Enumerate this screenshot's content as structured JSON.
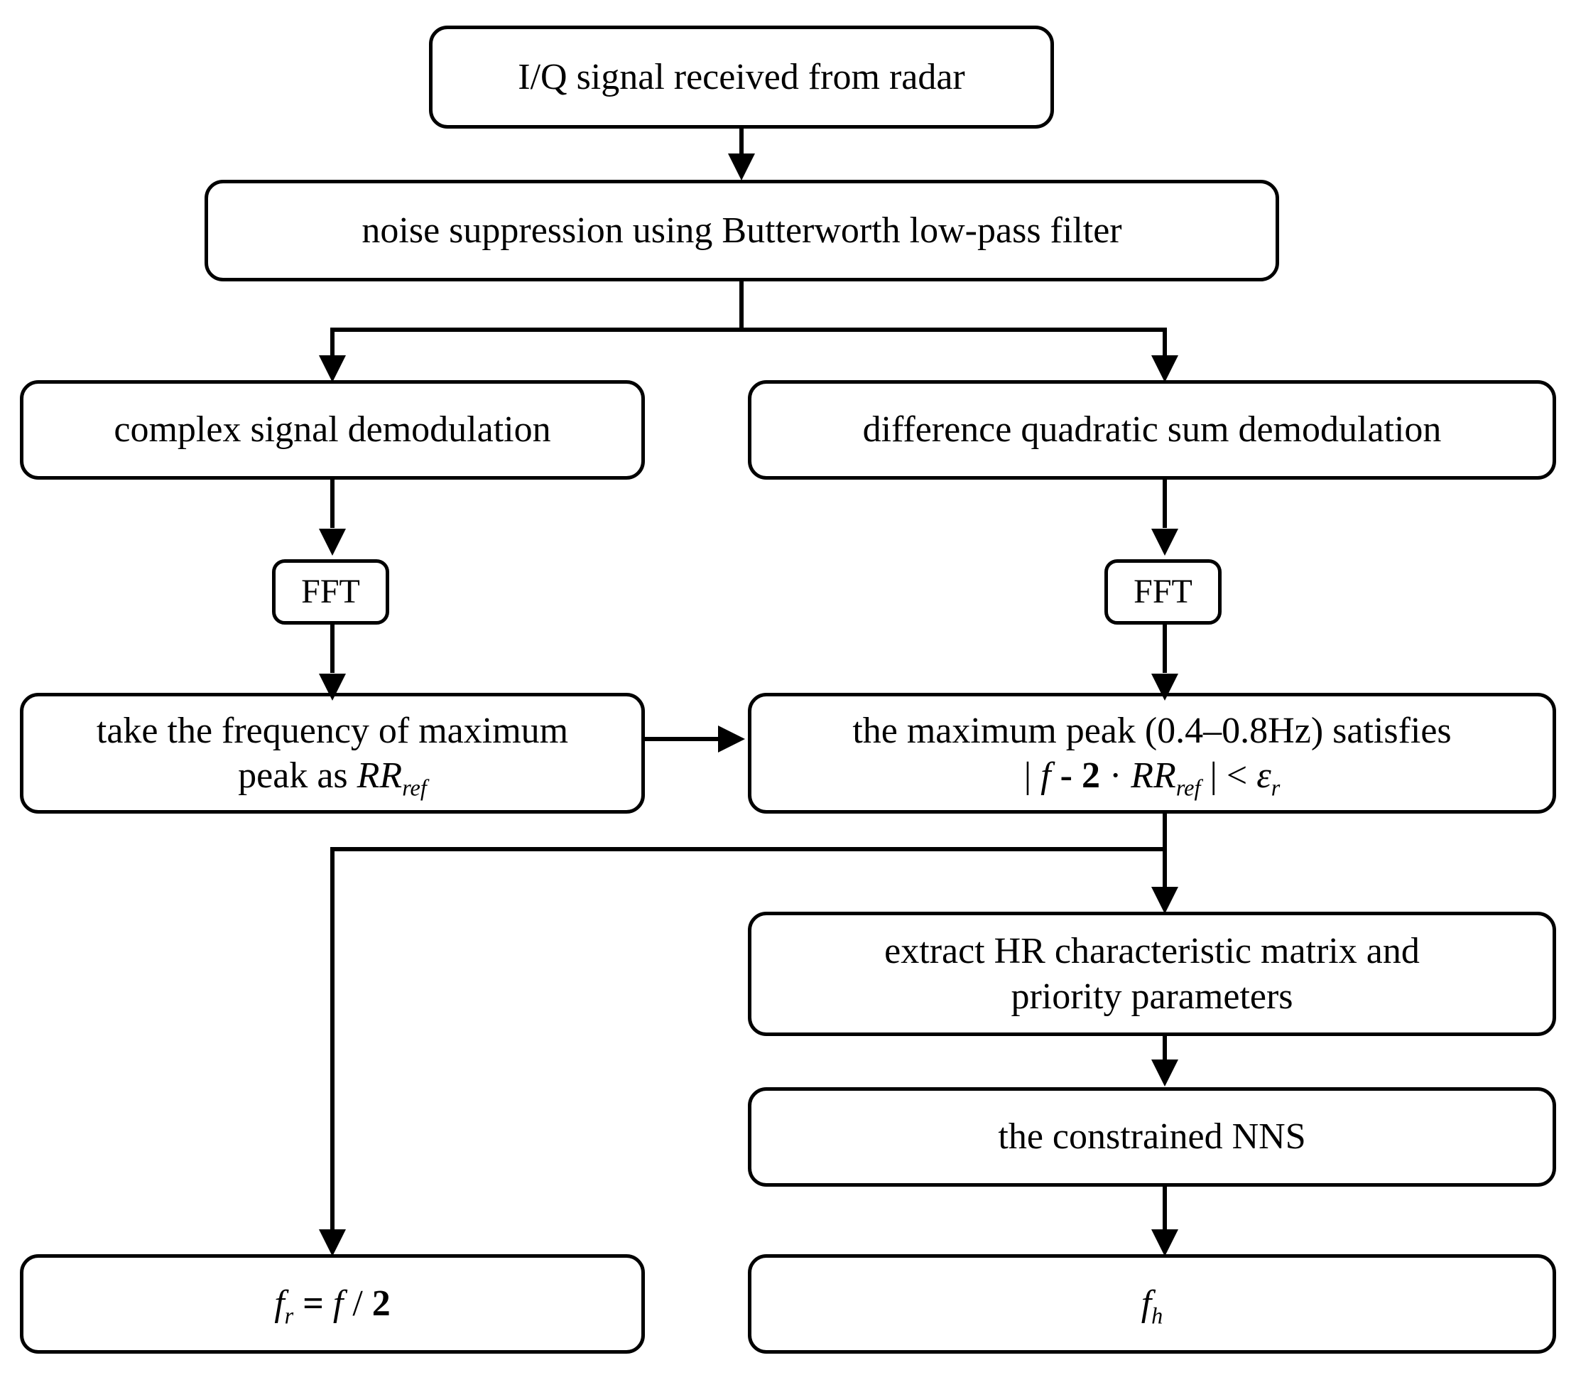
{
  "diagram": {
    "title": "radar vital-sign estimation flowchart",
    "line_color": "#000000",
    "box_fill": "#ffffff",
    "nodes": {
      "iq_signal": {
        "label": "I/Q signal received from radar"
      },
      "noise_suppression": {
        "label": "noise suppression using Butterworth low-pass filter"
      },
      "complex_demod": {
        "label": "complex signal demodulation"
      },
      "dqs_demod": {
        "label": "difference quadratic sum demodulation"
      },
      "fft_left": {
        "label": "FFT"
      },
      "fft_right": {
        "label": "FFT"
      },
      "take_freq": {
        "line1": "take the frequency of maximum",
        "line2_prefix": "peak as ",
        "line2_var": "RR",
        "line2_sub": "ref"
      },
      "max_peak": {
        "line1": "the maximum peak (0.4–0.8Hz) satisfies",
        "formula": {
          "bar_open": "|",
          "f": "f",
          "minus": "-",
          "two": "2",
          "dot": "·",
          "rr": "RR",
          "rr_sub": "ref",
          "bar_close": "|",
          "less_than": "<",
          "epsilon": "ε",
          "epsilon_sub": "r"
        }
      },
      "extract_hr": {
        "line1": "extract HR characteristic matrix and",
        "line2": "priority parameters"
      },
      "constrained_nns": {
        "label": "the constrained NNS"
      },
      "fr_output": {
        "var": "f",
        "var_sub": "r",
        "equals": "=",
        "numer": "f",
        "slash": "/",
        "denom": "2"
      },
      "fh_output": {
        "var": "f",
        "var_sub": "h"
      }
    }
  }
}
